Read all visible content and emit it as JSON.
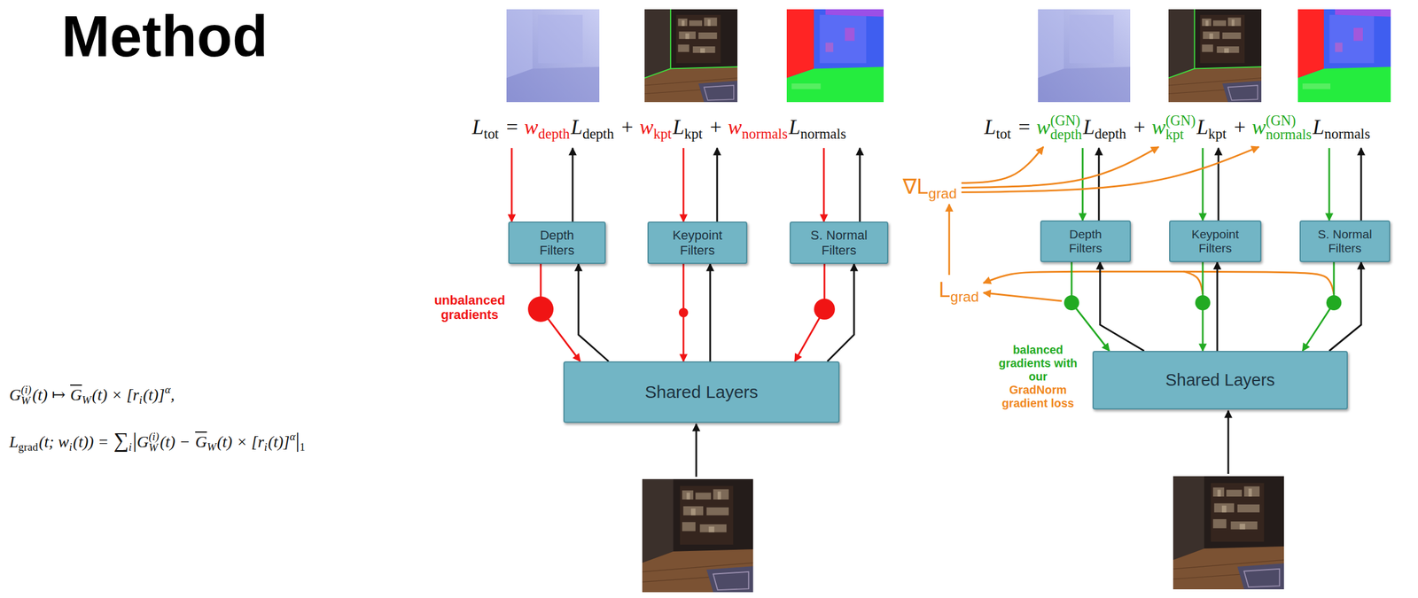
{
  "diagram": {
    "title": "Method",
    "nodes": [
      {
        "text": [
          "Depth Filters"
        ]
      },
      {
        "text": [
          "Keypoint Filters"
        ]
      },
      {
        "text": [
          "S. Normal Filters"
        ]
      },
      {
        "text": [
          "Shared Layers"
        ]
      },
      {
        "text": [
          "Depth Filters"
        ]
      },
      {
        "text": [
          "Keypoint Filters"
        ]
      },
      {
        "text": [
          "S. Normal Filters"
        ]
      },
      {
        "text": [
          "Shared Layers"
        ]
      }
    ],
    "edges": [
      {
        "from": 0,
        "to": 3,
        "arrow": "to"
      },
      {
        "from": 3,
        "to": 0,
        "arrow": "to"
      },
      {
        "from": 1,
        "to": 3,
        "arrow": "to"
      },
      {
        "from": 3,
        "to": 1,
        "arrow": "to"
      },
      {
        "from": 2,
        "to": 3,
        "arrow": "to"
      },
      {
        "from": 3,
        "to": 2,
        "arrow": "to"
      },
      {
        "from": 4,
        "to": 7,
        "arrow": "to"
      },
      {
        "from": 7,
        "to": 4,
        "arrow": "to"
      },
      {
        "from": 5,
        "to": 7,
        "arrow": "to"
      },
      {
        "from": 7,
        "to": 5,
        "arrow": "to"
      },
      {
        "from": 6,
        "to": 7,
        "arrow": "to"
      },
      {
        "from": 7,
        "to": 6,
        "arrow": "to"
      }
    ],
    "labels": [
      "G",
      "(i)",
      "W",
      "(t) ↦",
      "G",
      "W",
      "(t) × [r",
      "i",
      "(t)]",
      "α",
      ",",
      "L",
      "grad",
      "(t; w",
      "i",
      "(t)) =",
      "∑",
      "i",
      "|",
      "G",
      "(i)",
      "W",
      "(t) −",
      "G",
      "W",
      "(t) × [r",
      "i",
      "(t)]",
      "α",
      "|",
      "1",
      "L",
      "tot",
      "=",
      "w",
      "depth",
      "L",
      "depth",
      "+",
      "w",
      "kpt",
      "L",
      "kpt",
      "+",
      "w",
      "normals",
      "L",
      "normals",
      "L",
      "tot",
      "=",
      "w",
      "(GN)",
      "depth",
      "L",
      "depth",
      "+",
      "w",
      "(GN)",
      "kpt",
      "L",
      "kpt",
      "+",
      "w",
      "(GN)",
      "normals",
      "L",
      "normals",
      "unbalanced gradients",
      "∇L",
      "grad",
      "L",
      "grad",
      "balanced gradients with our",
      "GradNorm gradient loss"
    ]
  }
}
